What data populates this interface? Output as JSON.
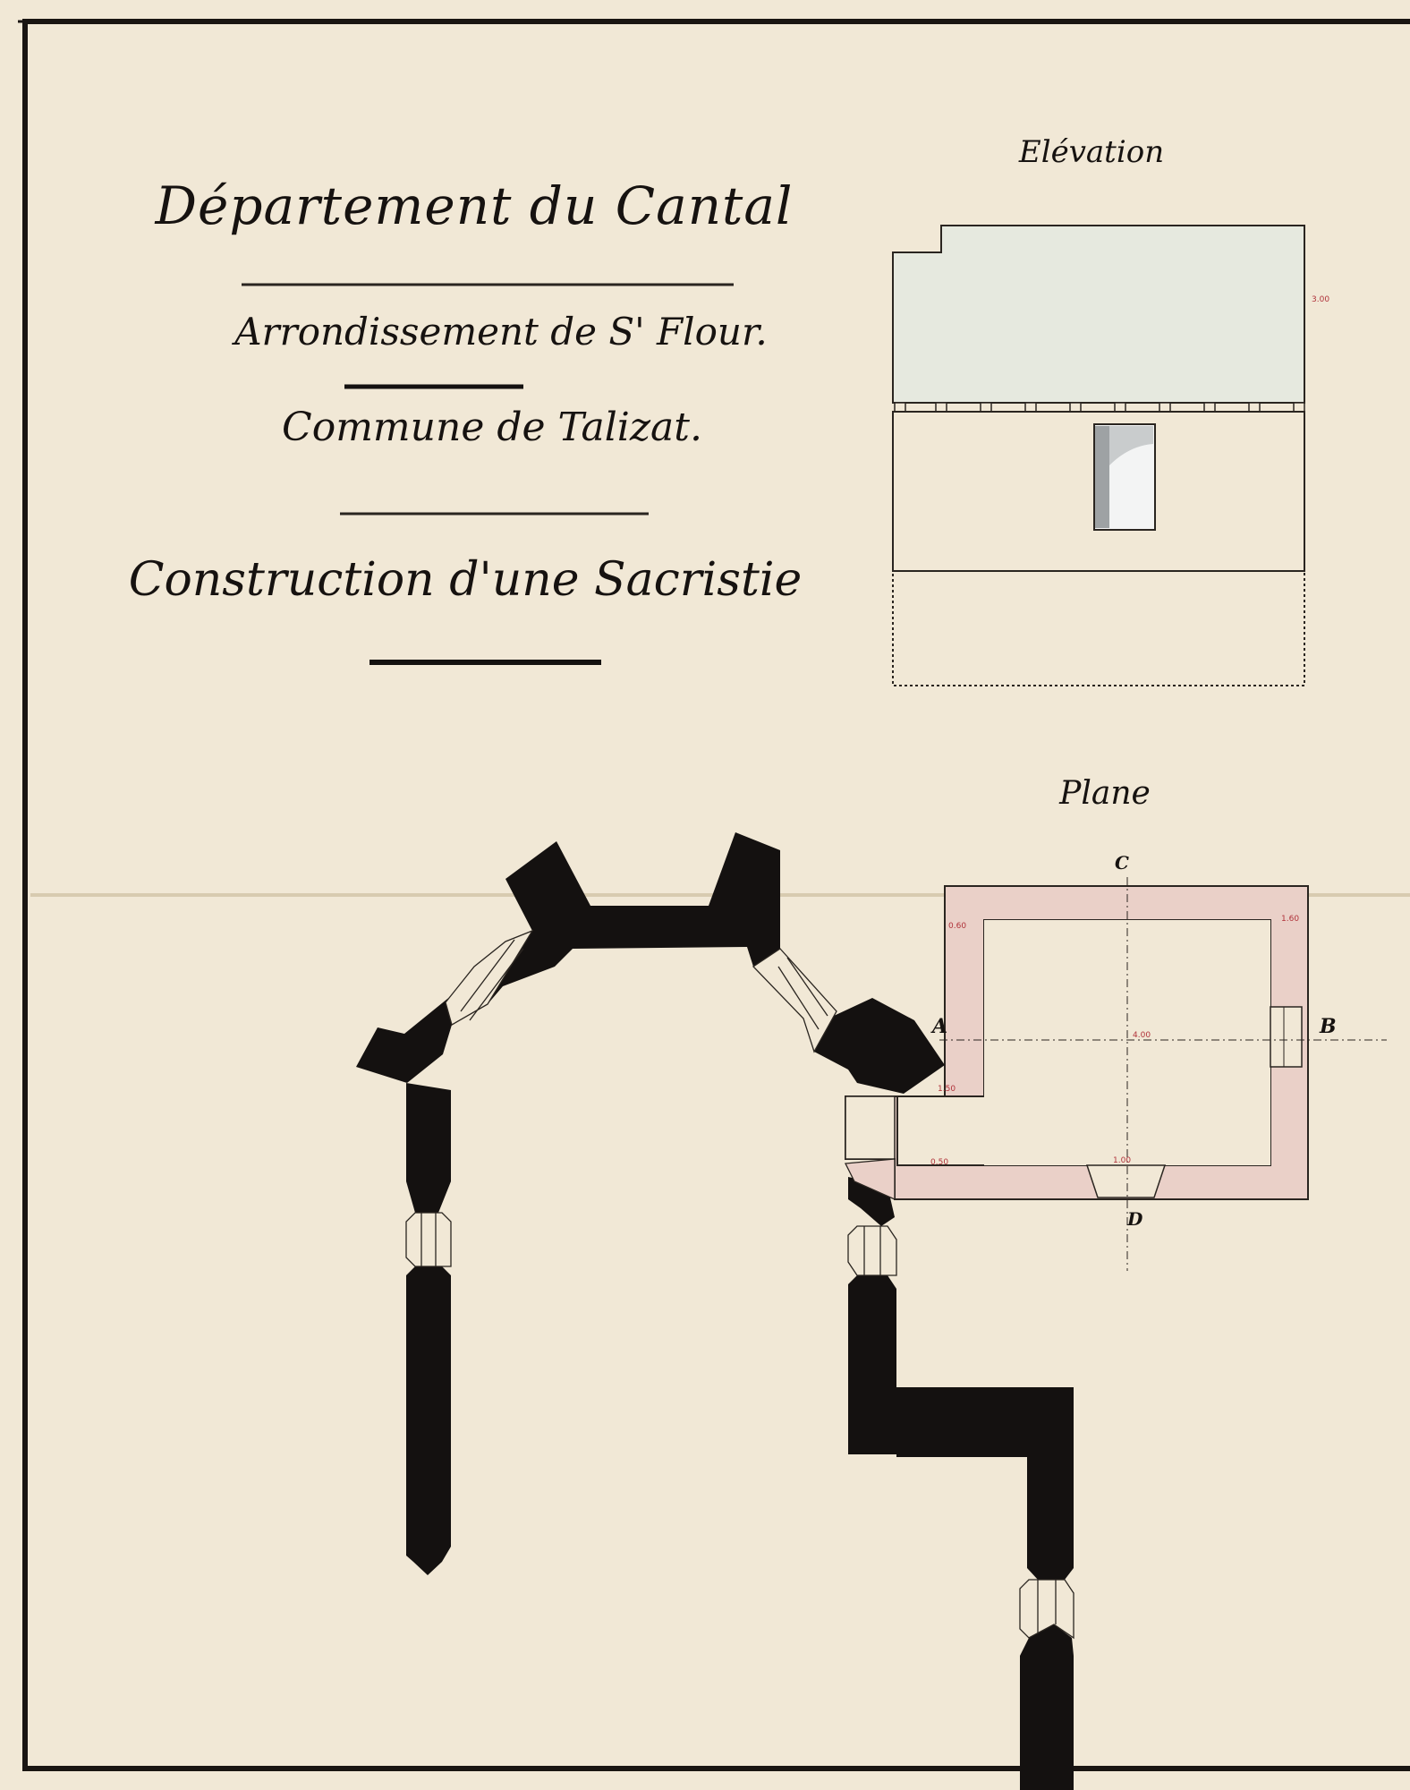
{
  "header": {
    "department": "Département du Cantal",
    "arrondissement": "Arrondissement de S' Flour.",
    "commune": "Commune de Talizat.",
    "subject": "Construction d'une Sacristie"
  },
  "views": {
    "elevation_title": "Elévation",
    "plan_title": "Plane"
  },
  "section_marks": {
    "a": "A",
    "b": "B",
    "c": "C",
    "d": "D"
  },
  "dimensions": [
    "0.60",
    "1.60",
    "1.50",
    "1.00",
    "0.50",
    "3.00",
    "4.00"
  ],
  "colors": {
    "paper": "#f1e8d6",
    "ink": "#141110",
    "plan_wall_wash": "#ead0c8",
    "elevation_roof_wash": "#e6e9df",
    "dimension_ink": "#b0323a"
  }
}
